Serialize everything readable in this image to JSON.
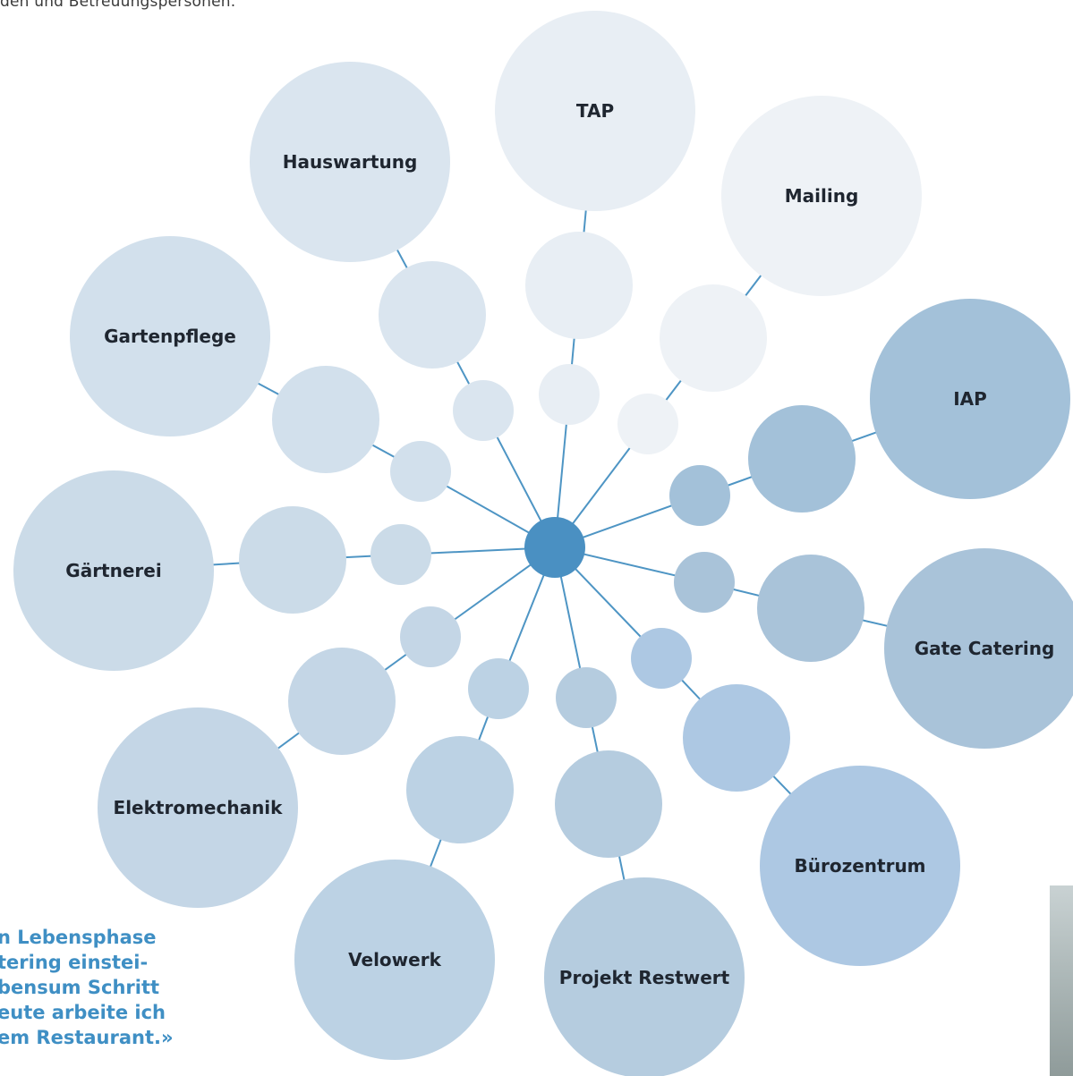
{
  "header": {
    "text": "den und Betreuungspersonen."
  },
  "diagram": {
    "hub": {
      "color": "#4a90c2"
    },
    "line_color": "#4e95c4",
    "nodes": [
      {
        "label": "TAP",
        "color": "#e8eef4"
      },
      {
        "label": "Mailing",
        "color": "#eef2f6"
      },
      {
        "label": "IAP",
        "color": "#a3c1d9"
      },
      {
        "label": "Gate Catering",
        "color": "#a9c3d9"
      },
      {
        "label": "Bürozentrum",
        "color": "#adc8e3"
      },
      {
        "label": "Projekt Restwert",
        "color": "#b5ccdf"
      },
      {
        "label": "Velowerk",
        "color": "#bcd2e4"
      },
      {
        "label": "Elektromechanik",
        "color": "#c4d6e6"
      },
      {
        "label": "Gärtnerei",
        "color": "#cbdbe8"
      },
      {
        "label": "Gartenpflege",
        "color": "#d2e0ec"
      },
      {
        "label": "Hauswartung",
        "color": "#dae5ef"
      }
    ]
  },
  "quote": {
    "lines": [
      "n Lebensphase",
      "tering einstei-",
      "bensum Schritt",
      "eute arbeite ich",
      "em Restaurant.»"
    ]
  }
}
